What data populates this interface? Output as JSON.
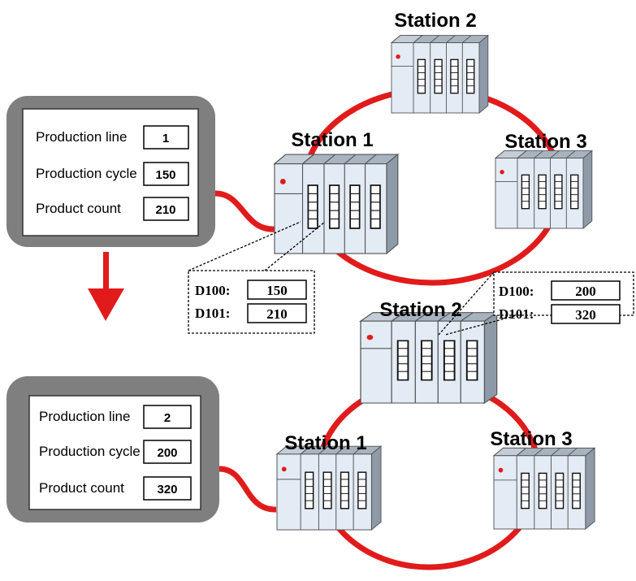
{
  "colors": {
    "ring": "#e11b1b",
    "arrow": "#e11b1b",
    "hmi_frame": "#7f7f7f",
    "plc_body": "#e3ebf4",
    "plc_top": "#a8b3c0"
  },
  "top": {
    "hmi": {
      "rows": [
        {
          "label": "Production line",
          "value": "1"
        },
        {
          "label": "Production cycle",
          "value": "150"
        },
        {
          "label": "Product count",
          "value": "210"
        }
      ]
    },
    "stations": {
      "s1": "Station 1",
      "s2": "Station 2",
      "s3": "Station 3"
    },
    "registers": [
      {
        "name": "D100",
        "sep": ":",
        "value": "150"
      },
      {
        "name": "D101",
        "sep": ":",
        "value": "210"
      }
    ]
  },
  "bottom": {
    "hmi": {
      "rows": [
        {
          "label": "Production line",
          "value": "2"
        },
        {
          "label": "Production cycle",
          "value": "200"
        },
        {
          "label": "Product count",
          "value": "320"
        }
      ]
    },
    "stations": {
      "s1": "Station 1",
      "s2": "Station 2",
      "s3": "Station 3"
    },
    "registers": [
      {
        "name": "D100",
        "sep": ":",
        "value": "200"
      },
      {
        "name": "D101",
        "sep": ":",
        "value": "320"
      }
    ]
  }
}
